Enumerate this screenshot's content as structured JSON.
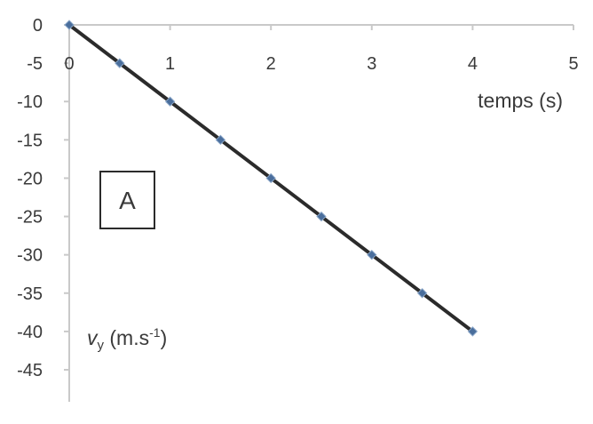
{
  "chart_data": {
    "type": "line",
    "x": [
      0,
      0.5,
      1,
      1.5,
      2,
      2.5,
      3,
      3.5,
      4
    ],
    "series": [
      {
        "values": [
          0,
          -5,
          -10,
          -15,
          -20,
          -25,
          -30,
          -35,
          -40
        ]
      }
    ],
    "xlabel": "temps (s)",
    "ylabel": {
      "var": "v",
      "sub": "y",
      "unit_pre": " (m.s",
      "sup": "-1",
      "unit_post": ")"
    },
    "panel_label": "A",
    "xlim": [
      0,
      5
    ],
    "ylim": [
      -45,
      0
    ],
    "xticks": [
      0,
      1,
      2,
      3,
      4,
      5
    ],
    "yticks": [
      0,
      -5,
      -10,
      -15,
      -20,
      -25,
      -30,
      -35,
      -40,
      -45
    ],
    "grid": false,
    "colors": {
      "line": "#2b2b2b",
      "marker": "#4a6e9c",
      "axis": "#c9c9c9"
    }
  }
}
